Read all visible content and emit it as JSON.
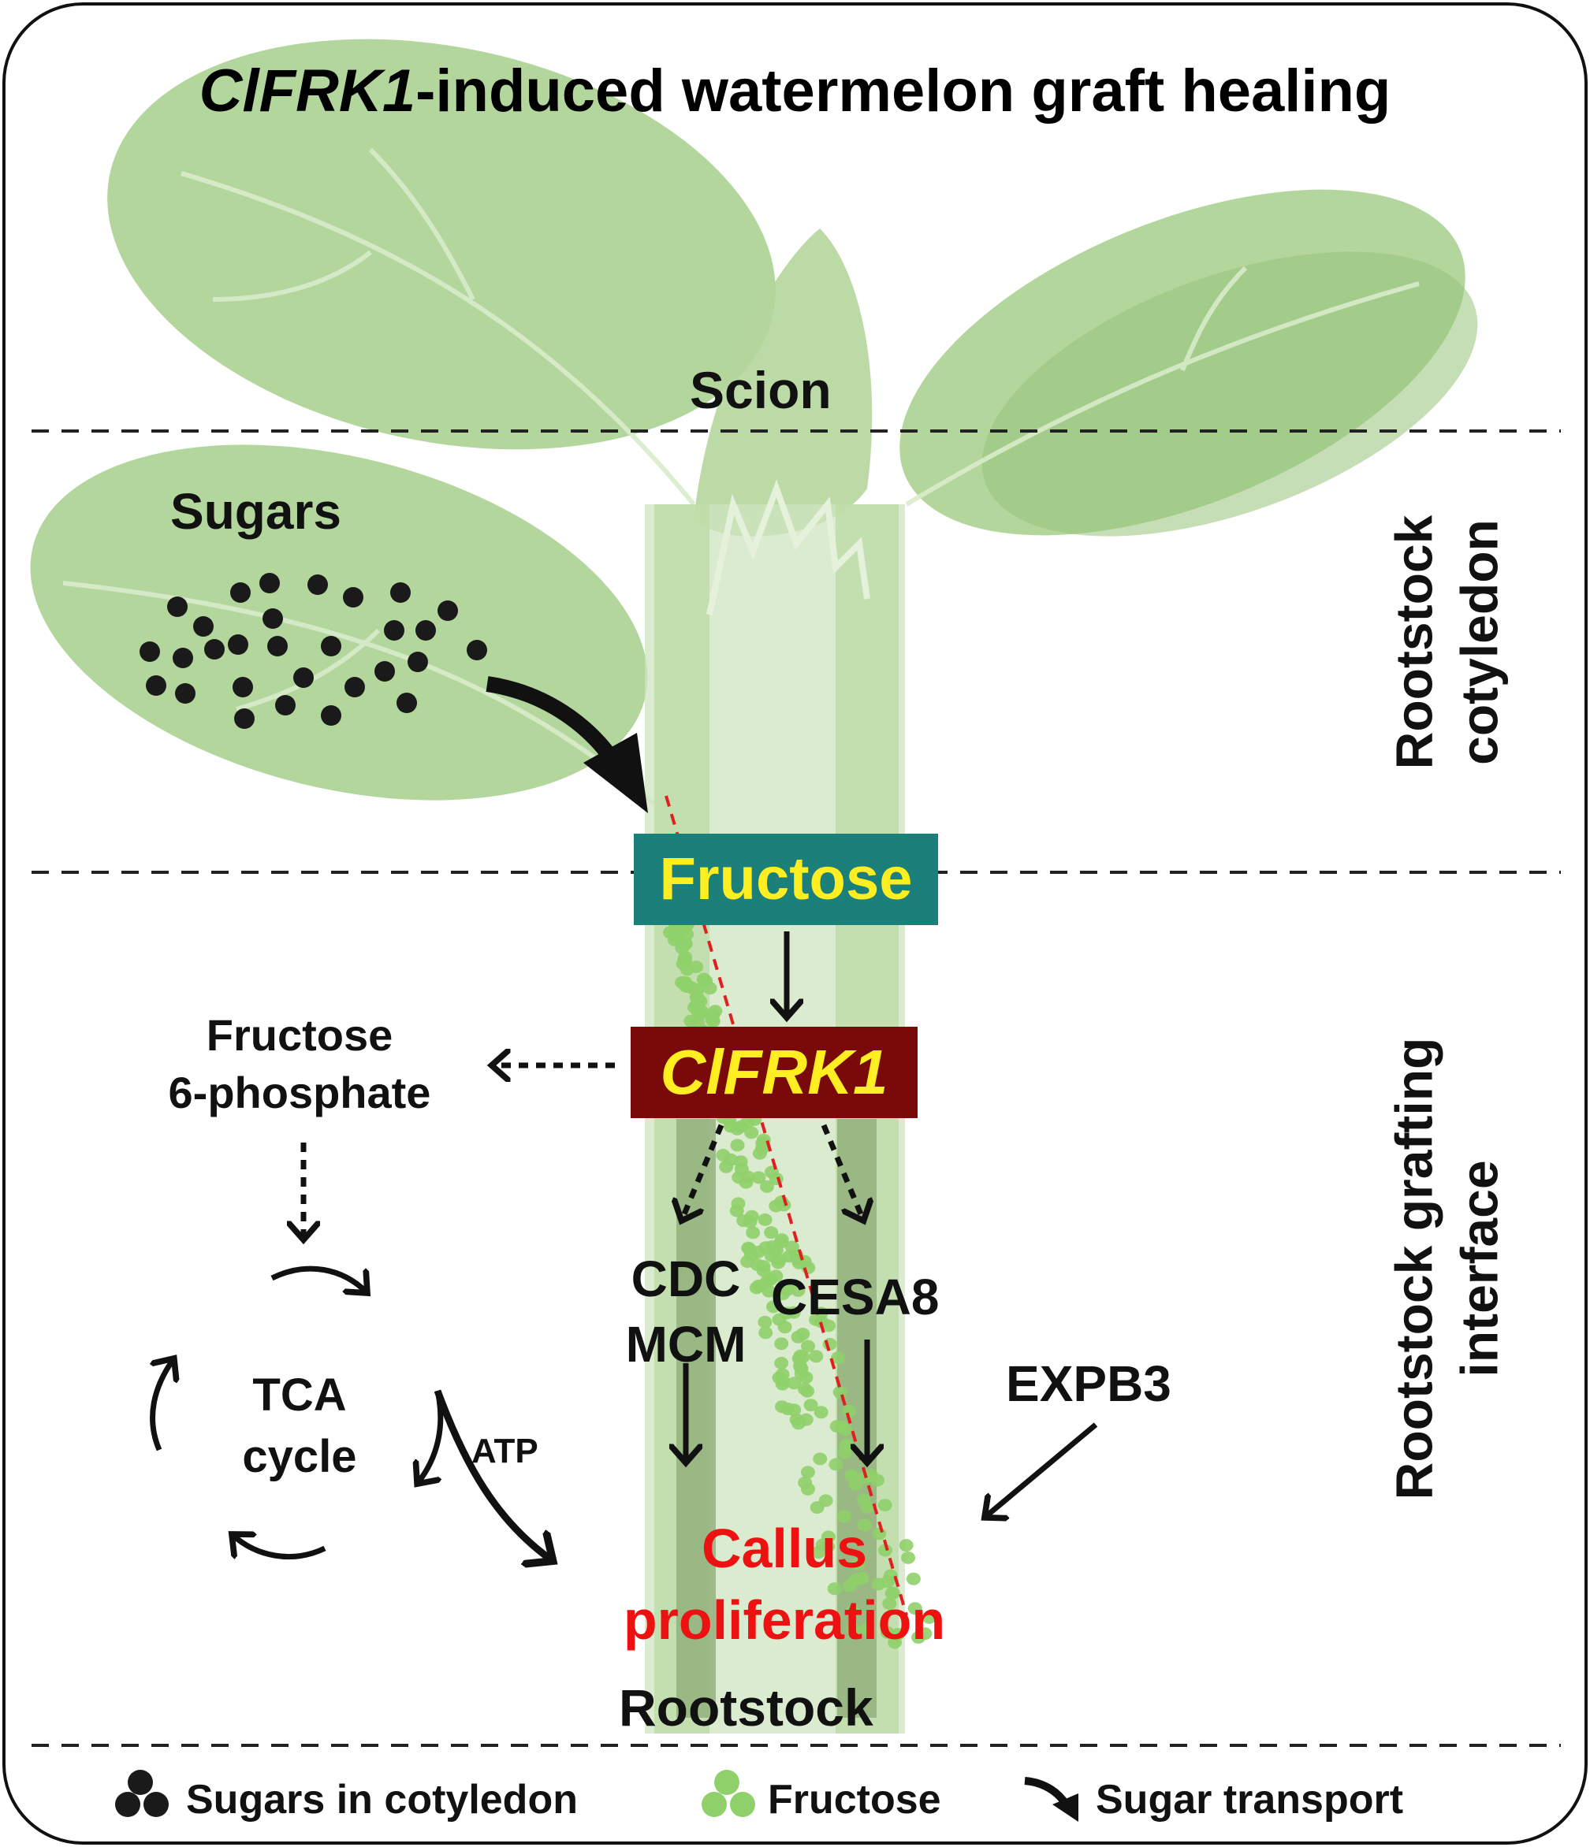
{
  "title": {
    "gene": "ClFRK1",
    "rest": "-induced watermelon graft healing"
  },
  "labels": {
    "scion": "Scion",
    "sugars": "Sugars",
    "fructose": "Fructose",
    "gene": "ClFRK1",
    "fructose_6p_line1": "Fructose",
    "fructose_6p_line2": "6-phosphate",
    "tca_line1": "TCA",
    "tca_line2": "cycle",
    "atp": "ATP",
    "cdc": "CDC",
    "mcm": "MCM",
    "cesa8": "CESA8",
    "expb3": "EXPB3",
    "callus_line1": "Callus",
    "callus_line2": "proliferation",
    "rootstock": "Rootstock"
  },
  "regions": {
    "cotyledon_line1": "Rootstock",
    "cotyledon_line2": "cotyledon",
    "interface_line1": "Rootstock grafting",
    "interface_line2": "interface"
  },
  "legend": {
    "sugars": "Sugars in cotyledon",
    "fructose": "Fructose",
    "transport": "Sugar transport"
  },
  "colors": {
    "leaf": "#a6cf8c",
    "stem": "#cfe4c0",
    "fructose_box": "#1a8079",
    "gene_box": "#7a0a0a",
    "box_text": "#ffee22",
    "callus_text": "#ee1111",
    "fructose_dots": "#8fd06a",
    "sugar_dots": "#1a1a1a",
    "cut_line": "#e02020"
  }
}
